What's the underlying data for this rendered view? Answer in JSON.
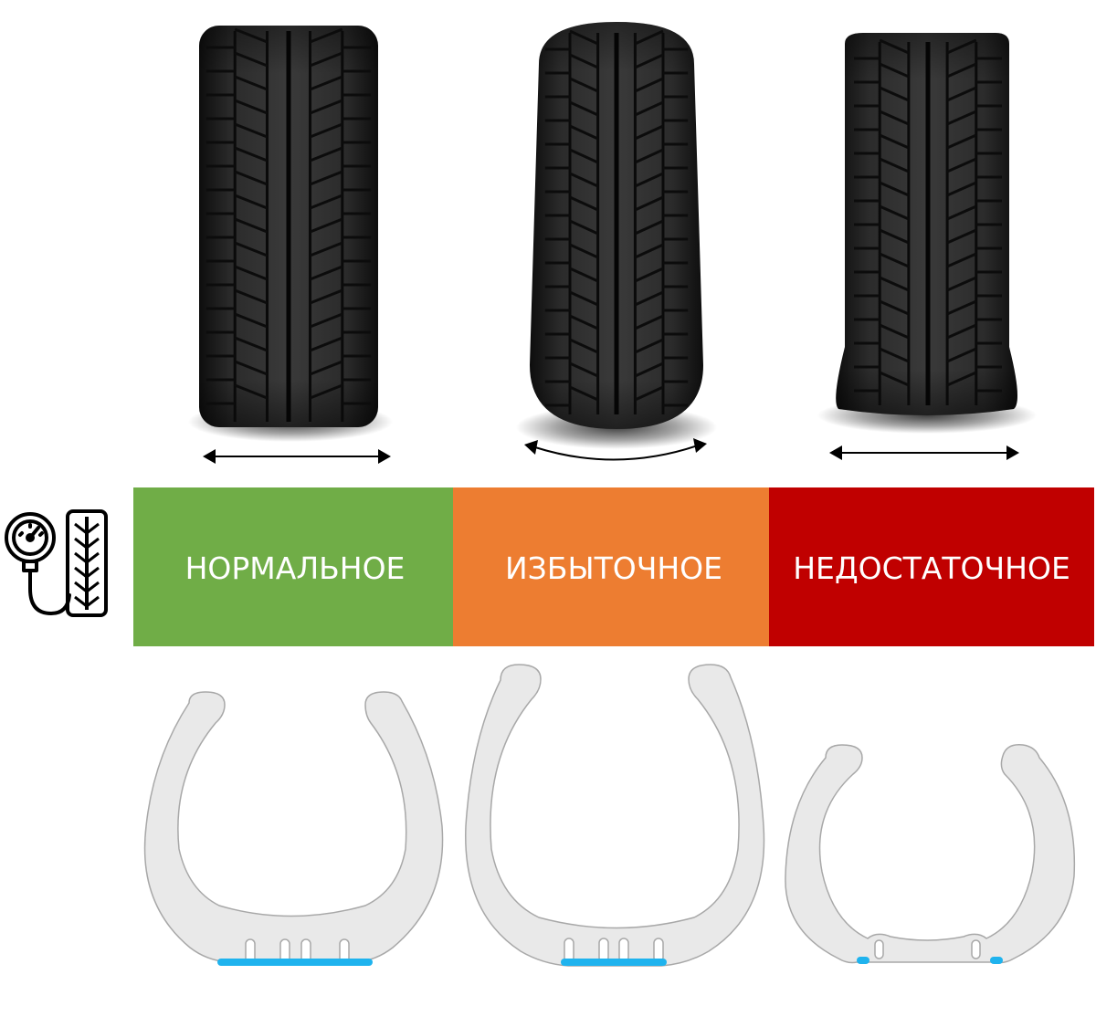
{
  "pressure_states": [
    {
      "id": "normal",
      "label": "НОРМАЛЬНОЕ",
      "color": "#70AD47",
      "contact_patch": "full"
    },
    {
      "id": "over",
      "label": "ИЗБЫТОЧНОЕ",
      "color": "#ED7D31",
      "contact_patch": "center"
    },
    {
      "id": "under",
      "label": "НЕДОСТАТОЧНОЕ",
      "color": "#C00000",
      "contact_patch": "edges"
    }
  ],
  "icons": {
    "gauge": "pressure-gauge-icon",
    "tire": "tire-tread-icon"
  },
  "colors": {
    "tire_rubber": "#1c1c1c",
    "profile_fill": "#e9e9e9",
    "profile_stroke": "#a8a8a8",
    "contact_patch": "#1fb3ee",
    "arrow": "#000000"
  }
}
